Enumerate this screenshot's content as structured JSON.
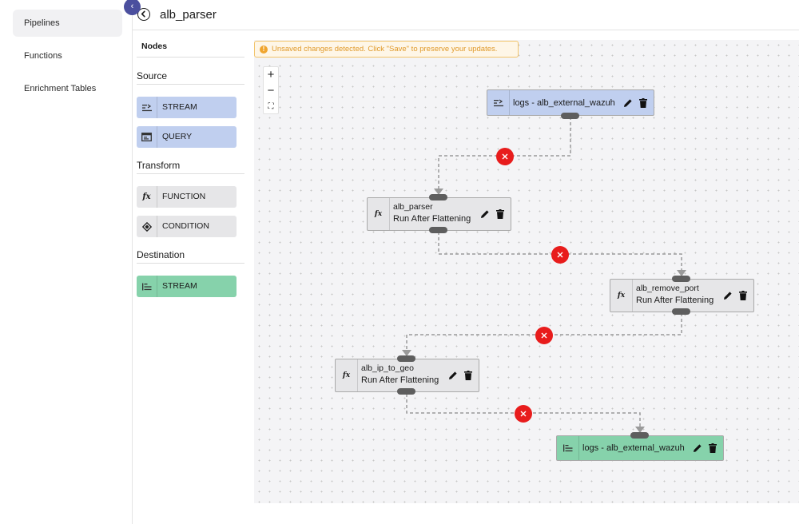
{
  "nav": {
    "items": [
      {
        "label": "Pipelines",
        "active": true
      },
      {
        "label": "Functions",
        "active": false
      },
      {
        "label": "Enrichment Tables",
        "active": false
      }
    ],
    "collapse_icon": "chevron-left-icon"
  },
  "header": {
    "title": "alb_parser",
    "back_icon": "back-arrow-icon"
  },
  "palette": {
    "heading": "Nodes",
    "sections": {
      "source": {
        "title": "Source",
        "items": [
          {
            "label": "STREAM",
            "icon": "stream-source-icon"
          },
          {
            "label": "QUERY",
            "icon": "query-icon"
          }
        ]
      },
      "transform": {
        "title": "Transform",
        "items": [
          {
            "label": "FUNCTION",
            "icon": "function-icon"
          },
          {
            "label": "CONDITION",
            "icon": "condition-icon"
          }
        ]
      },
      "destination": {
        "title": "Destination",
        "items": [
          {
            "label": "STREAM",
            "icon": "stream-destination-icon"
          }
        ]
      }
    }
  },
  "banner": {
    "text": "Unsaved changes detected. Click \"Save\" to preserve your updates."
  },
  "zoom_controls": [
    "+",
    "−",
    "⛶"
  ],
  "pipeline": {
    "nodes": [
      {
        "type": "source-stream",
        "label": "logs - alb_external_wazuh"
      },
      {
        "type": "function",
        "name": "alb_parser",
        "sub": "Run After Flattening"
      },
      {
        "type": "function",
        "name": "alb_remove_port",
        "sub": "Run After Flattening"
      },
      {
        "type": "function",
        "name": "alb_ip_to_geo",
        "sub": "Run After Flattening"
      },
      {
        "type": "destination-stream",
        "label": "logs - alb_external_wazuh"
      }
    ]
  },
  "colors": {
    "source": "#c0cfef",
    "transform": "#e6e6e8",
    "destination": "#86d2ab",
    "edge_delete": "#e81c1c",
    "warning": "#e09a2b",
    "nav_toggle": "#4b4f9e"
  }
}
